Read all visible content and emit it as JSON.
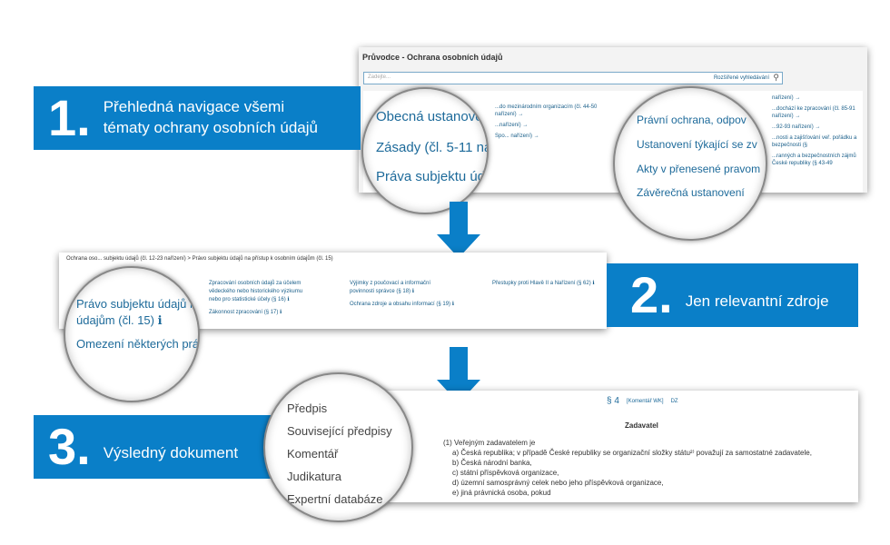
{
  "step1": {
    "number": "1.",
    "text": [
      "Přehledná navigace všemi",
      "tématy ochrany osobních údajů"
    ],
    "panel": {
      "title": "Průvodce - Ochrana osobních údajů",
      "search_placeholder": "Zadejte...",
      "advanced_search": "Rozšířené vyhledávání",
      "left_topics": [
        "Obecná ustanovení",
        "Zásady (čl. 5-11 naříz",
        "Práva subjektu úda"
      ],
      "left_links": [
        "...do mezinárodním organizacím (čl. 44-50 nařízení) →",
        "...nařízení) →",
        "Spo... nařízení) →"
      ],
      "right_topics": [
        "Právní ochrana, odpov",
        "Ustanovení týkající se zv",
        "Akty v přenesené pravom",
        "Závěrečná ustanovení"
      ],
      "right_links": [
        "nařízení) →",
        "...dochází ke zpracování (čl. 85-91 nařízení) →",
        "...92-93 nařízení) →",
        "...nosti a zajišťování veř. pořádku a bezpečnosti (§",
        "...ranných a bezpečnostních zájmů České republiky (§ 43-49"
      ]
    }
  },
  "step2": {
    "number": "2.",
    "text": "Jen relevantní zdroje",
    "panel": {
      "breadcrumb": "Ochrana oso... subjektu údajů (čl. 12-23 nařízení) > Právo subjektu údajů na přístup k osobním údajům (čl. 15)",
      "lens_items": [
        "Právo subjektu údajů na",
        "údajům (čl. 15) ℹ",
        "Omezení některých práv"
      ],
      "col1": [
        "Zpracování osobních údajů za účelem",
        "vědeckého nebo historického výzkumu",
        "nebo pro statistické účely (§ 16) ℹ",
        "Zákonnost zpracování (§ 17) ℹ"
      ],
      "col2": [
        "Výjimky z poučovací a informační",
        "povinnosti správce (§ 18) ℹ",
        "Ochrana zdroje a obsahu informací (§ 19) ℹ"
      ],
      "col3": [
        "Přestupky proti Hlavě II a Nařízení (§ 62) ℹ"
      ]
    }
  },
  "step3": {
    "number": "3.",
    "text": "Výsledný dokument",
    "panel": {
      "lens_items": [
        "Předpis",
        "Související předpisy",
        "Komentář",
        "Judikatura",
        "Expertní databáze"
      ],
      "tabs": [
        "§ 4",
        "[Komentář WK]",
        "DZ"
      ],
      "heading": "Zadavatel",
      "lines": [
        "(1) Veřejným zadavatelem je",
        "a) Česká republika; v případě České republiky se organizační složky státu²⁾ považují za samostatné zadavatele,",
        "b) Česká národní banka,",
        "c) státní příspěvková organizace,",
        "d) územní samosprávný celek nebo jeho příspěvková organizace,",
        "e) jiná právnická osoba, pokud"
      ]
    }
  },
  "colors": {
    "accent": "#0a7fc8",
    "link": "#1d6a9a"
  }
}
